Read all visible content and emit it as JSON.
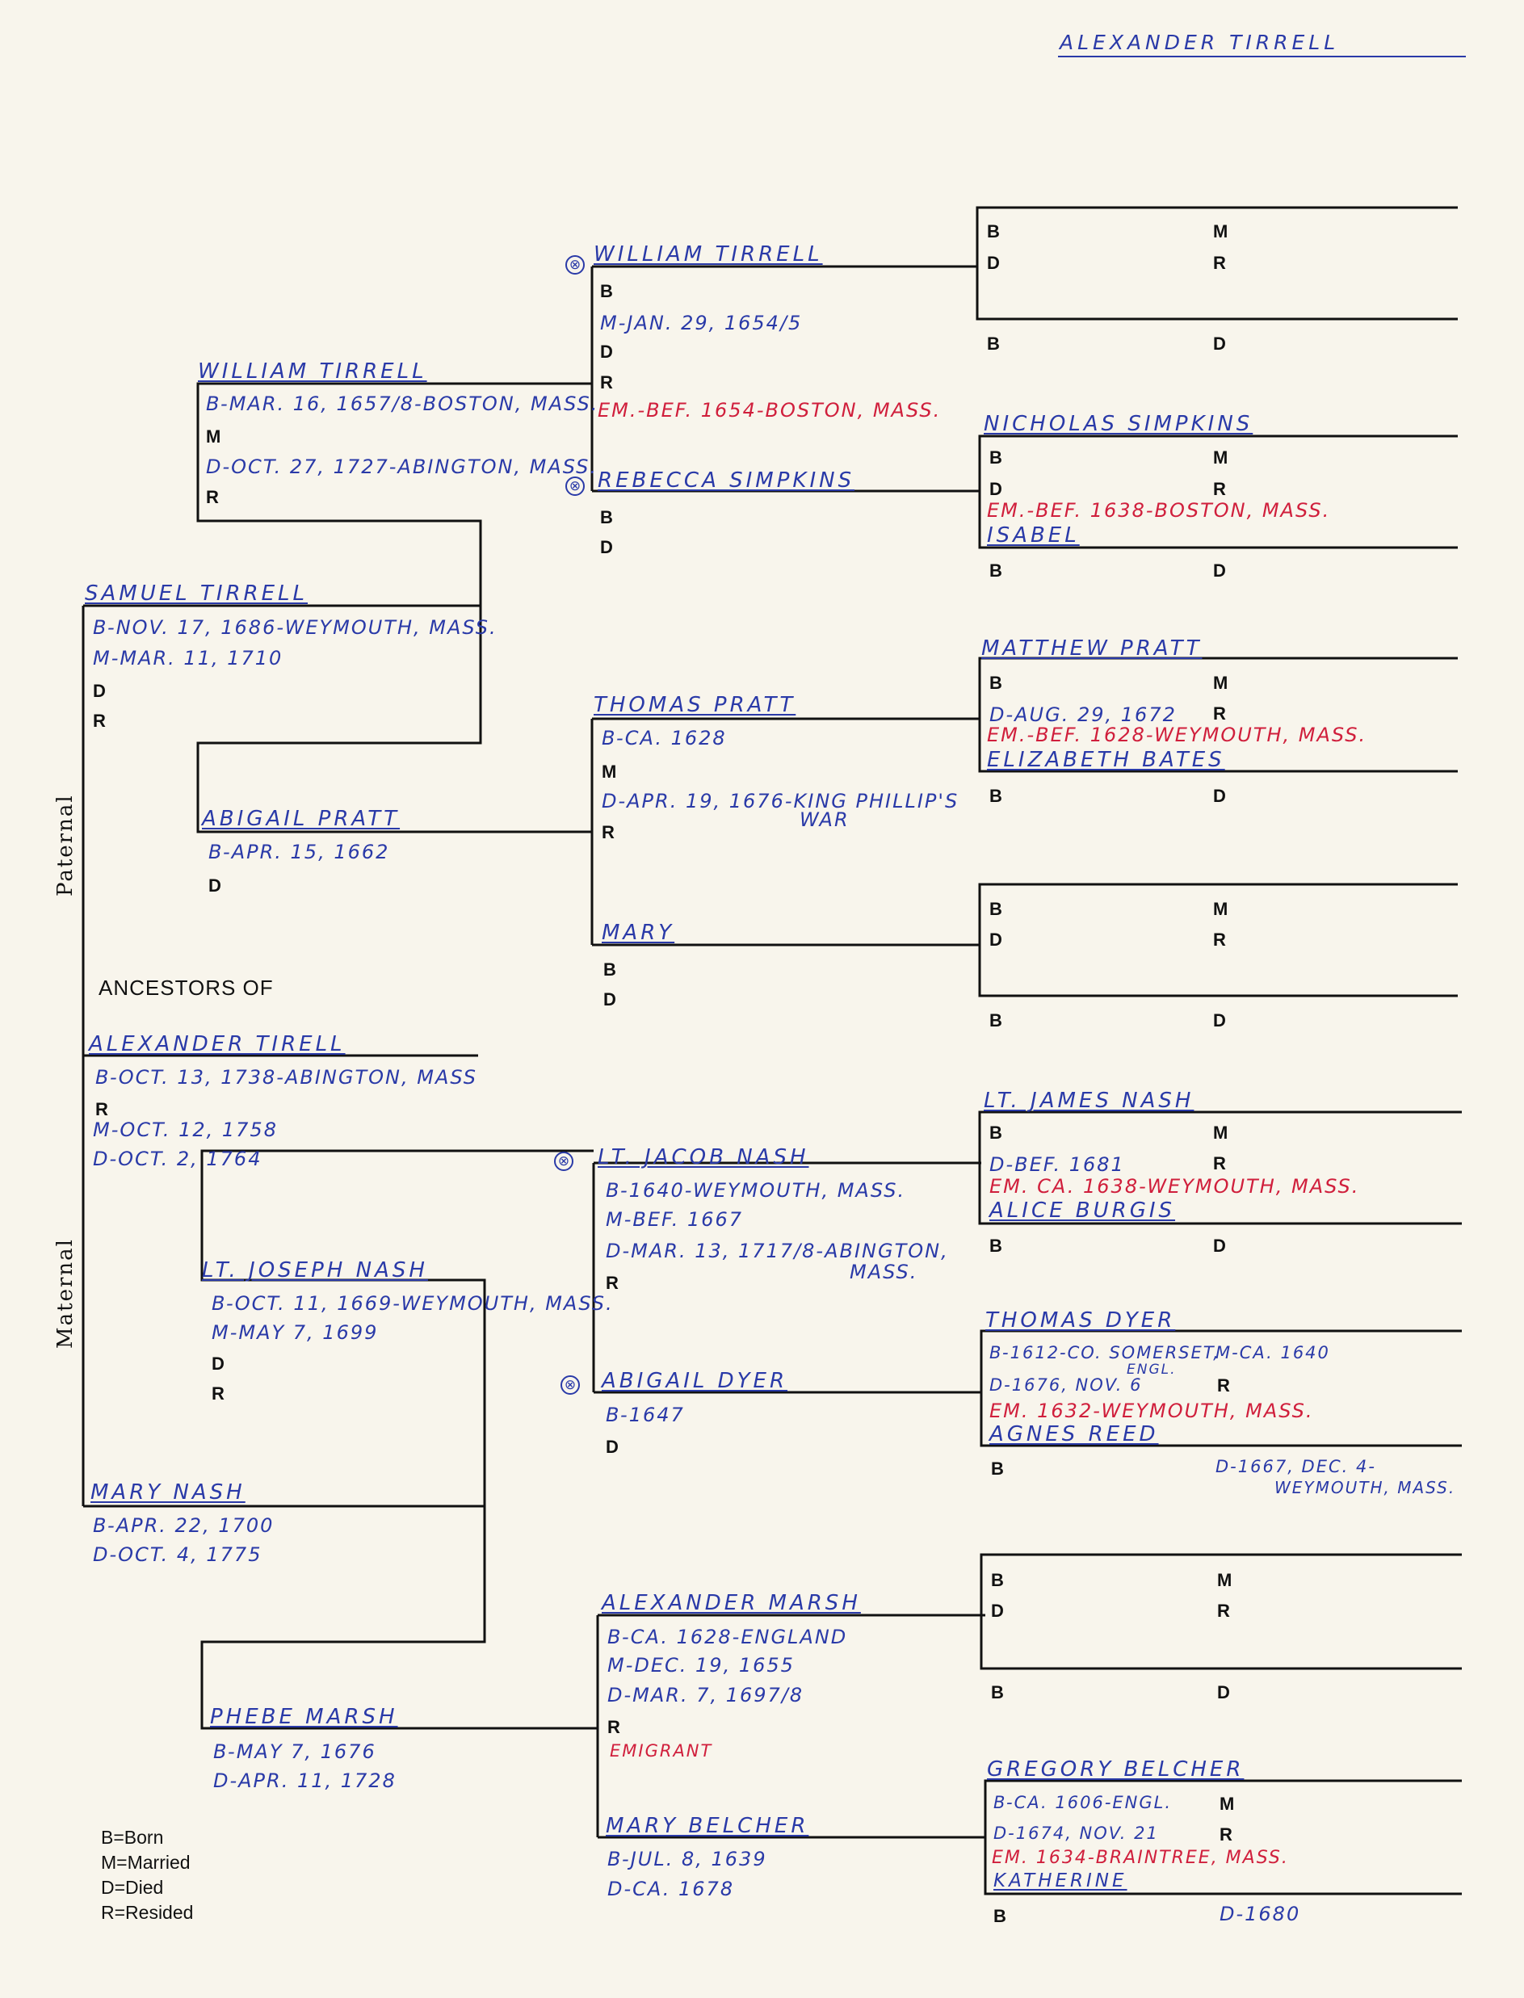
{
  "header": {
    "title": "ALEXANDER  TIRRELL"
  },
  "side_labels": {
    "paternal": "Paternal",
    "maternal": "Maternal"
  },
  "center": {
    "ancestors_of": "ANCESTORS OF"
  },
  "legend": {
    "b": "B=Born",
    "m": "M=Married",
    "d": "D=Died",
    "r": "R=Resided"
  },
  "marks": {
    "emigrant_mark": "⊗"
  },
  "gen1": {
    "name": "ALEXANDER  TIRELL",
    "b": "B-OCT. 13, 1738-ABINGTON, MASS",
    "r": "R",
    "m": "M-OCT. 12, 1758",
    "d": "D-OCT. 2, 1764"
  },
  "gen2": {
    "father": {
      "name": "SAMUEL  TIRRELL",
      "b": "B-NOV. 17, 1686-WEYMOUTH, MASS.",
      "m": "M-MAR. 11, 1710",
      "d": "D",
      "r": "R"
    },
    "mother": {
      "name": "MARY  NASH",
      "b": "B-APR. 22, 1700",
      "d": "D-OCT. 4, 1775"
    }
  },
  "gen3": {
    "ff": {
      "name": "WILLIAM  TIRRELL",
      "b": "B-MAR. 16, 1657/8-BOSTON, MASS.",
      "m": "M",
      "d": "D-OCT. 27, 1727-ABINGTON, MASS.",
      "r": "R"
    },
    "fm": {
      "name": "ABIGAIL  PRATT",
      "b": "B-APR. 15, 1662",
      "d": "D"
    },
    "mf": {
      "name": "LT. JOSEPH  NASH",
      "b": "B-OCT. 11, 1669-WEYMOUTH, MASS.",
      "m": "M-MAY 7, 1699",
      "d": "D",
      "r": "R"
    },
    "mm": {
      "name": "PHEBE  MARSH",
      "b": "B-MAY 7, 1676",
      "d": "D-APR. 11, 1728"
    }
  },
  "gen4": {
    "p1": {
      "name": "WILLIAM  TIRRELL",
      "b": "B",
      "m": "M-JAN. 29, 1654/5",
      "d": "D",
      "r": "R",
      "em": "EM.-BEF. 1654-BOSTON, MASS."
    },
    "p2": {
      "name": "REBECCA  SIMPKINS",
      "b": "B",
      "d": "D"
    },
    "p3": {
      "name": "THOMAS  PRATT",
      "b": "B-CA. 1628",
      "m": "M",
      "d": "D-APR. 19, 1676-KING PHILLIP'S",
      "d2": "WAR",
      "r": "R"
    },
    "p4": {
      "name": "MARY",
      "b": "B",
      "d": "D"
    },
    "p5": {
      "name": "LT. JACOB  NASH",
      "b": "B-1640-WEYMOUTH, MASS.",
      "m": "M-BEF. 1667",
      "d": "D-MAR. 13, 1717/8-ABINGTON,",
      "d2": "MASS.",
      "r": "R"
    },
    "p6": {
      "name": "ABIGAIL  DYER",
      "b": "B-1647",
      "d": "D"
    },
    "p7": {
      "name": "ALEXANDER  MARSH",
      "b": "B-CA. 1628-ENGLAND",
      "m": "M-DEC. 19, 1655",
      "d": "D-MAR. 7, 1697/8",
      "r": "R",
      "em": "EMIGRANT"
    },
    "p8": {
      "name": "MARY  BELCHER",
      "b": "B-JUL. 8, 1639",
      "d": "D-CA. 1678"
    }
  },
  "gen5": {
    "c1": {
      "name": "",
      "b": "B",
      "m": "M",
      "d": "D",
      "r": "R",
      "wife": "",
      "wb": "B",
      "wd": "D"
    },
    "c2": {
      "name": "NICHOLAS  SIMPKINS",
      "b": "B",
      "m": "M",
      "d": "D",
      "r": "R",
      "em": "EM.-BEF. 1638-BOSTON, MASS.",
      "wife": "ISABEL",
      "wb": "B",
      "wd": "D"
    },
    "c3": {
      "name": "MATTHEW  PRATT",
      "b": "B",
      "m": "M",
      "d": "D-AUG. 29, 1672",
      "r": "R",
      "em": "EM.-BEF. 1628-WEYMOUTH, MASS.",
      "wife": "ELIZABETH  BATES",
      "wb": "B",
      "wd": "D"
    },
    "c4": {
      "name": "",
      "b": "B",
      "m": "M",
      "d": "D",
      "r": "R",
      "wife": "",
      "wb": "B",
      "wd": "D"
    },
    "c5": {
      "name": "LT. JAMES  NASH",
      "b": "B",
      "m": "M",
      "d": "D-BEF. 1681",
      "r": "R",
      "em": "EM. CA. 1638-WEYMOUTH, MASS.",
      "wife": "ALICE  BURGIS",
      "wb": "B",
      "wd": "D"
    },
    "c6": {
      "name": "THOMAS  DYER",
      "b": "B-1612-CO. SOMERSET,",
      "b2": "ENGL.",
      "m": "M-CA. 1640",
      "d": "D-1676, NOV. 6",
      "r": "R",
      "em": "EM. 1632-WEYMOUTH, MASS.",
      "wife": "AGNES  REED",
      "wb": "B",
      "wd": "D-1667, DEC. 4-",
      "wd2": "WEYMOUTH, MASS."
    },
    "c7": {
      "name": "",
      "b": "B",
      "m": "M",
      "d": "D",
      "r": "R",
      "wife": "",
      "wb": "B",
      "wd": "D"
    },
    "c8": {
      "name": "GREGORY  BELCHER",
      "b": "B-CA. 1606-ENGL.",
      "m": "M",
      "d": "D-1674, NOV. 21",
      "r": "R",
      "em": "EM. 1634-BRAINTREE, MASS.",
      "wife": "KATHERINE",
      "wb": "B",
      "wd": "D-1680"
    }
  }
}
